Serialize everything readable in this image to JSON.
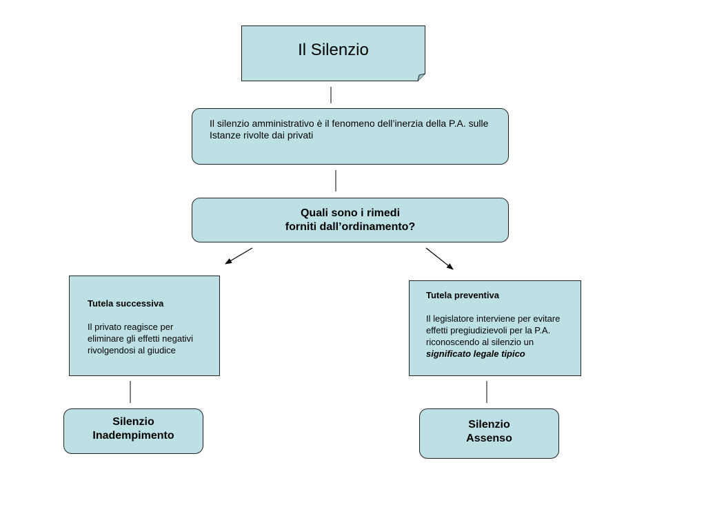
{
  "title": "Il Silenzio",
  "definition": {
    "line1": "Il silenzio amministrativo è il fenomeno dell’inerzia della P.A. sulle",
    "line2": "Istanze rivolte dai privati"
  },
  "question": {
    "line1": "Quali sono i rimedi",
    "line2": "forniti dall’ordinamento?"
  },
  "left_branch": {
    "heading": "Tutela successiva",
    "lines": [
      "Il privato reagisce per",
      "eliminare gli effetti negativi",
      "rivolgendosi al giudice"
    ],
    "result": {
      "line1": "Silenzio",
      "line2": "Inadempimento"
    }
  },
  "right_branch": {
    "heading": "Tutela preventiva",
    "lines": [
      "Il legislatore interviene per evitare",
      "effetti pregiudizievoli per la P.A.",
      "riconoscendo al silenzio un"
    ],
    "emphasis": "significato legale tipico",
    "result": {
      "line1": "Silenzio",
      "line2": "Assenso"
    }
  },
  "colors": {
    "box_fill": "#bde0e4",
    "border": "#222222",
    "text": "#000000"
  }
}
